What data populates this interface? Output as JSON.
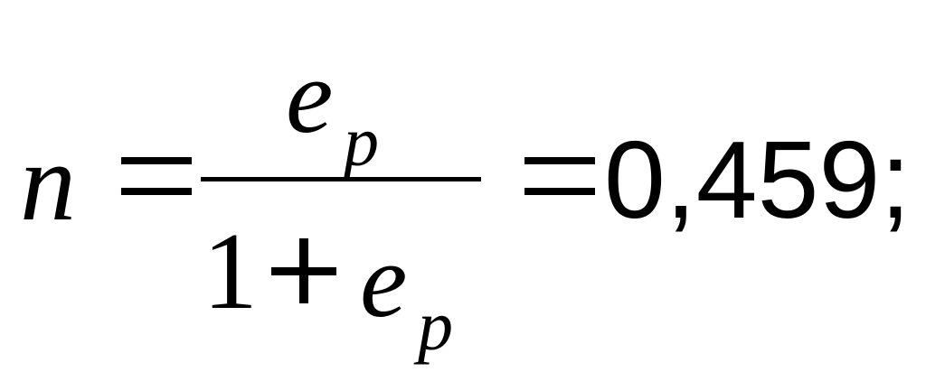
{
  "formula": {
    "lhs_variable": "n",
    "equals_sign": "=",
    "numerator": {
      "base": "e",
      "subscript": "p"
    },
    "denominator": {
      "one": "1",
      "plus": "+",
      "base": "e",
      "subscript": "p"
    },
    "result": "0,459;"
  }
}
